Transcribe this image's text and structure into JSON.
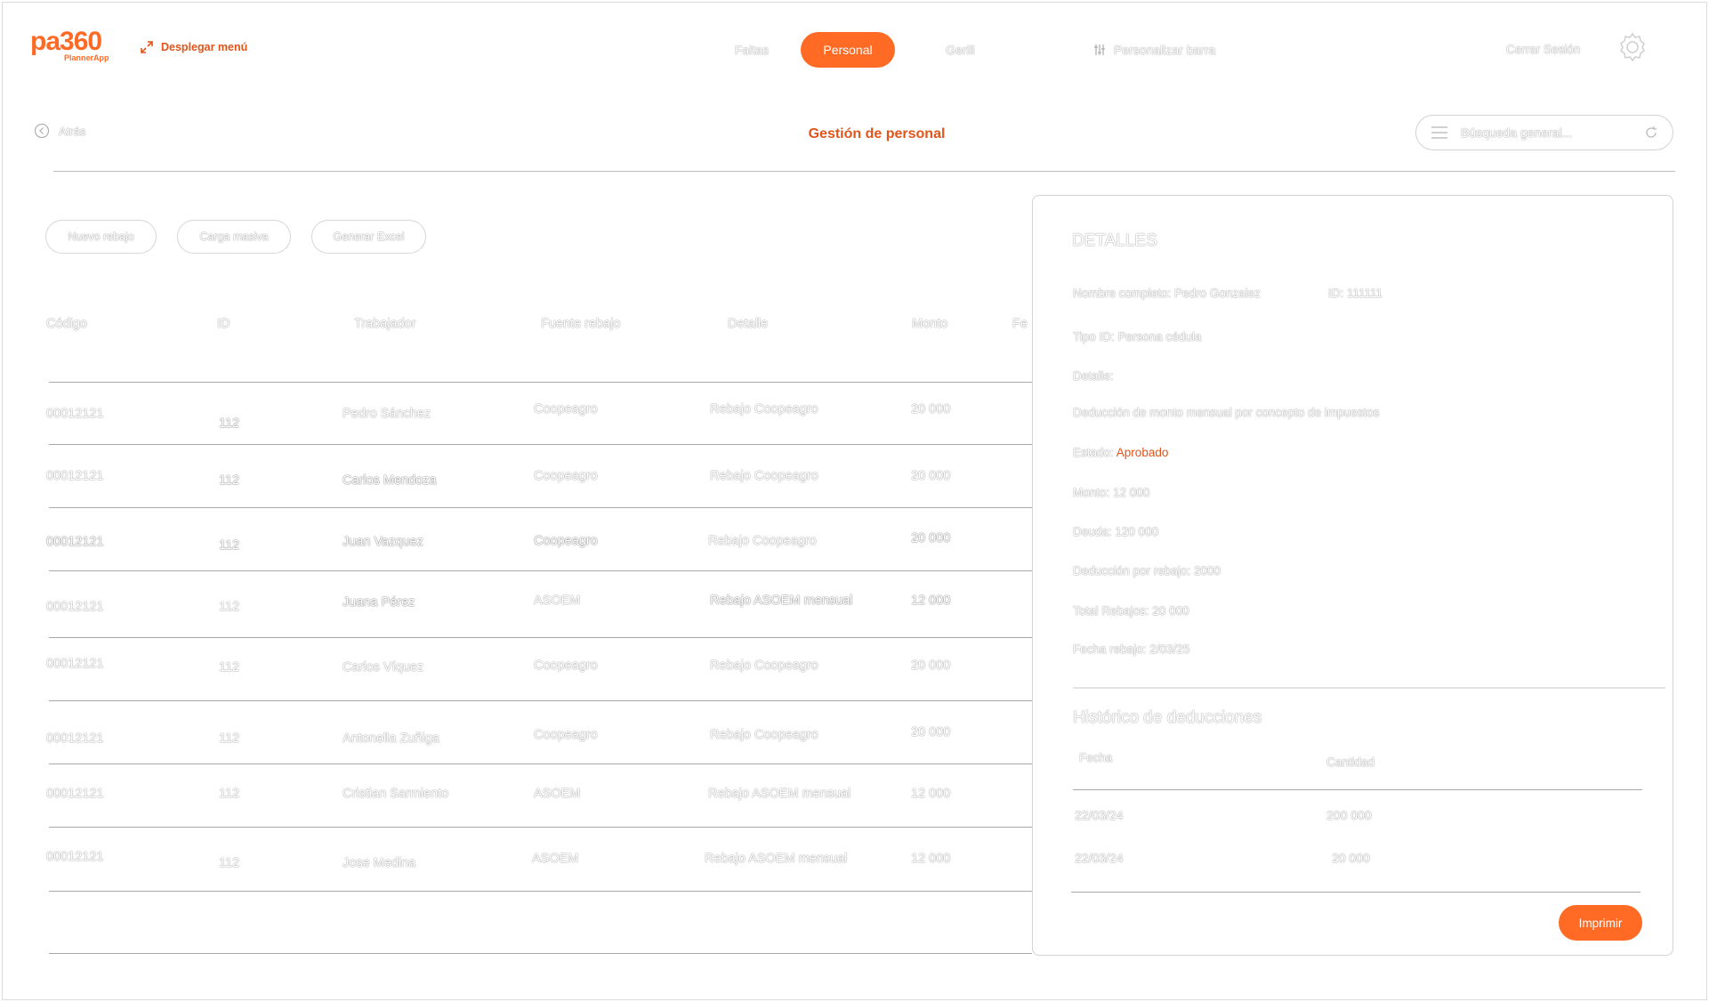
{
  "brand": {
    "logo_text": "pa360",
    "sub_text": "PlannerApp",
    "accent": "#ff6a25",
    "accent_text": "#e0551b"
  },
  "header": {
    "menu_toggle": "Desplegar menú",
    "nav": [
      {
        "label": "Faltas"
      },
      {
        "label": "Personal",
        "active": true
      },
      {
        "label": "Gerill"
      },
      {
        "label": "Personalizar barra"
      }
    ],
    "logout": "Cerrar Sesión"
  },
  "subheader": {
    "back": "Atrás",
    "title": "Gestión de personal",
    "search_placeholder": "Búsqueda general..."
  },
  "actions": [
    "Nuevo rebajo",
    "Carga masiva",
    "Generar Excel"
  ],
  "table": {
    "headers": [
      "Código",
      "ID",
      "Trabajador",
      "Fuente rebajo",
      "Detalle",
      "Monto",
      "Fe"
    ],
    "rows": [
      [
        "00012121",
        "112",
        "Pedro Sánchez",
        "Coopeagro",
        "Rebajo Coopeagro",
        "20 000"
      ],
      [
        "00012121",
        "112",
        "Carlos Mendoza",
        "Coopeagro",
        "Rebajo Coopeagro",
        "20 000"
      ],
      [
        "00012121",
        "112",
        "Juan Vazquez",
        "Coopeagro",
        "Rebajo Coopeagro",
        "20 000"
      ],
      [
        "00012121",
        "112",
        "Juana Pérez",
        "ASOEM",
        "Rebajo ASOEM mensual",
        "12 000"
      ],
      [
        "00012121",
        "112",
        "Carlos Víquez",
        "Coopeagro",
        "Rebajo Coopeagro",
        "20 000"
      ],
      [
        "00012121",
        "112",
        "Antonella Zuñiga",
        "Coopeagro",
        "Rebajo Coopeagro",
        "20 000"
      ],
      [
        "00012121",
        "112",
        "Cristian Sarmiento",
        "ASOEM",
        "Rebajo ASOEM mensual",
        "12 000"
      ],
      [
        "00012121",
        "112",
        "Jose Medina",
        "ASOEM",
        "Rebajo ASOEM mensual",
        "12 000"
      ]
    ]
  },
  "details": {
    "title": "DETALLES",
    "full_name": "Nombre completo: Pedro Gonzalez",
    "id": "ID: 111111",
    "type": "Tipo ID: Persona cédula",
    "detail_label": "Detalle:",
    "detail_text": "Deducción de monto mensual por concepto de impuestos",
    "status_label": "Estado:",
    "status_value": "Aprobado",
    "amount": "Monto: 12 000",
    "debt": "Deuda: 120 000",
    "deduction": "Deducción por rebajo: 2000",
    "total": "Total Rebajos: 20 000",
    "date": "Fecha rebajo: 2/03/25",
    "history_title": "Histórico de deducciones",
    "history_headers": [
      "Fecha",
      "Cantidad"
    ],
    "history_rows": [
      [
        "22/03/24",
        "200 000"
      ],
      [
        "22/03/24",
        "20 000"
      ]
    ],
    "print": "Imprimir"
  }
}
